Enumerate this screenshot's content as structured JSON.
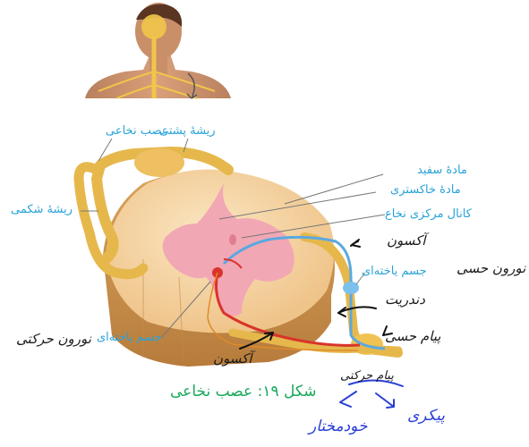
{
  "caption": "شکل ۱۹: عصب نخاعی",
  "printed_labels": {
    "spinal_nerve": "عصب نخاعی",
    "dorsal_root": "ریشهٔ پشتی",
    "ventral_root": "ریشهٔ شکمی",
    "white_matter": "مادهٔ سفید",
    "gray_matter": "مادهٔ خاکستری",
    "central_canal": "کانال مرکزی نخاع",
    "cell_body_right": "جسم یاخته‌ای",
    "cell_body_left": "جسم یاخته‌ای"
  },
  "handwritten_notes": {
    "axon_top": "آکسون",
    "sensory_neuron": "نورون حسی",
    "dendrite": "دندریت",
    "receptor": "پیام حسی",
    "motor_neuron": "نورون حرکتی",
    "axon_bottom": "آکسون",
    "motor_message": "پیام حرکتی",
    "somatic": "پیکری",
    "autonomic": "خودمختار"
  },
  "colors": {
    "label_blue": "#29a3d8",
    "caption_green": "#19a85a",
    "nerve_yellow": "#e6b84c",
    "gray_matter_pink": "#f2a7b5",
    "white_matter_cream": "#f8dcb0",
    "motor_red": "#d9342b",
    "sensory_blue": "#5aa9e0",
    "handwriting_blue": "#2a3fd6"
  }
}
